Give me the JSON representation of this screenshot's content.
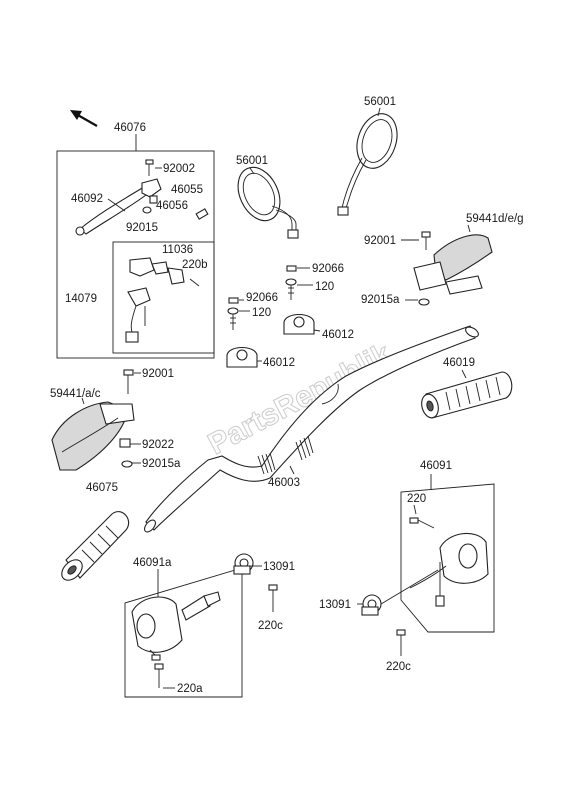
{
  "watermark": "PartsRepublik",
  "labels": {
    "l46076": "46076",
    "l92002": "92002",
    "l46055": "46055",
    "l46092": "46092",
    "l46056": "46056",
    "l92015": "92015",
    "l11036": "11036",
    "l220b": "220b",
    "l14079": "14079",
    "l56001a": "56001",
    "l56001b": "56001",
    "l59441deg": "59441d/e/g",
    "l92001a": "92001",
    "l92015a_r": "92015a",
    "l92066a": "92066",
    "l120a": "120",
    "l92066b": "92066",
    "l120b": "120",
    "l46012a": "46012",
    "l46012b": "46012",
    "l46019": "46019",
    "l92001b": "92001",
    "l59441ac": "59441/a/c",
    "l92022": "92022",
    "l92015a_l": "92015a",
    "l46075": "46075",
    "l46003": "46003",
    "l46091": "46091",
    "l220": "220",
    "l46091a": "46091a",
    "l13091a": "13091",
    "l13091b": "13091",
    "l220c_a": "220c",
    "l220c_b": "220c",
    "l220a": "220a"
  }
}
